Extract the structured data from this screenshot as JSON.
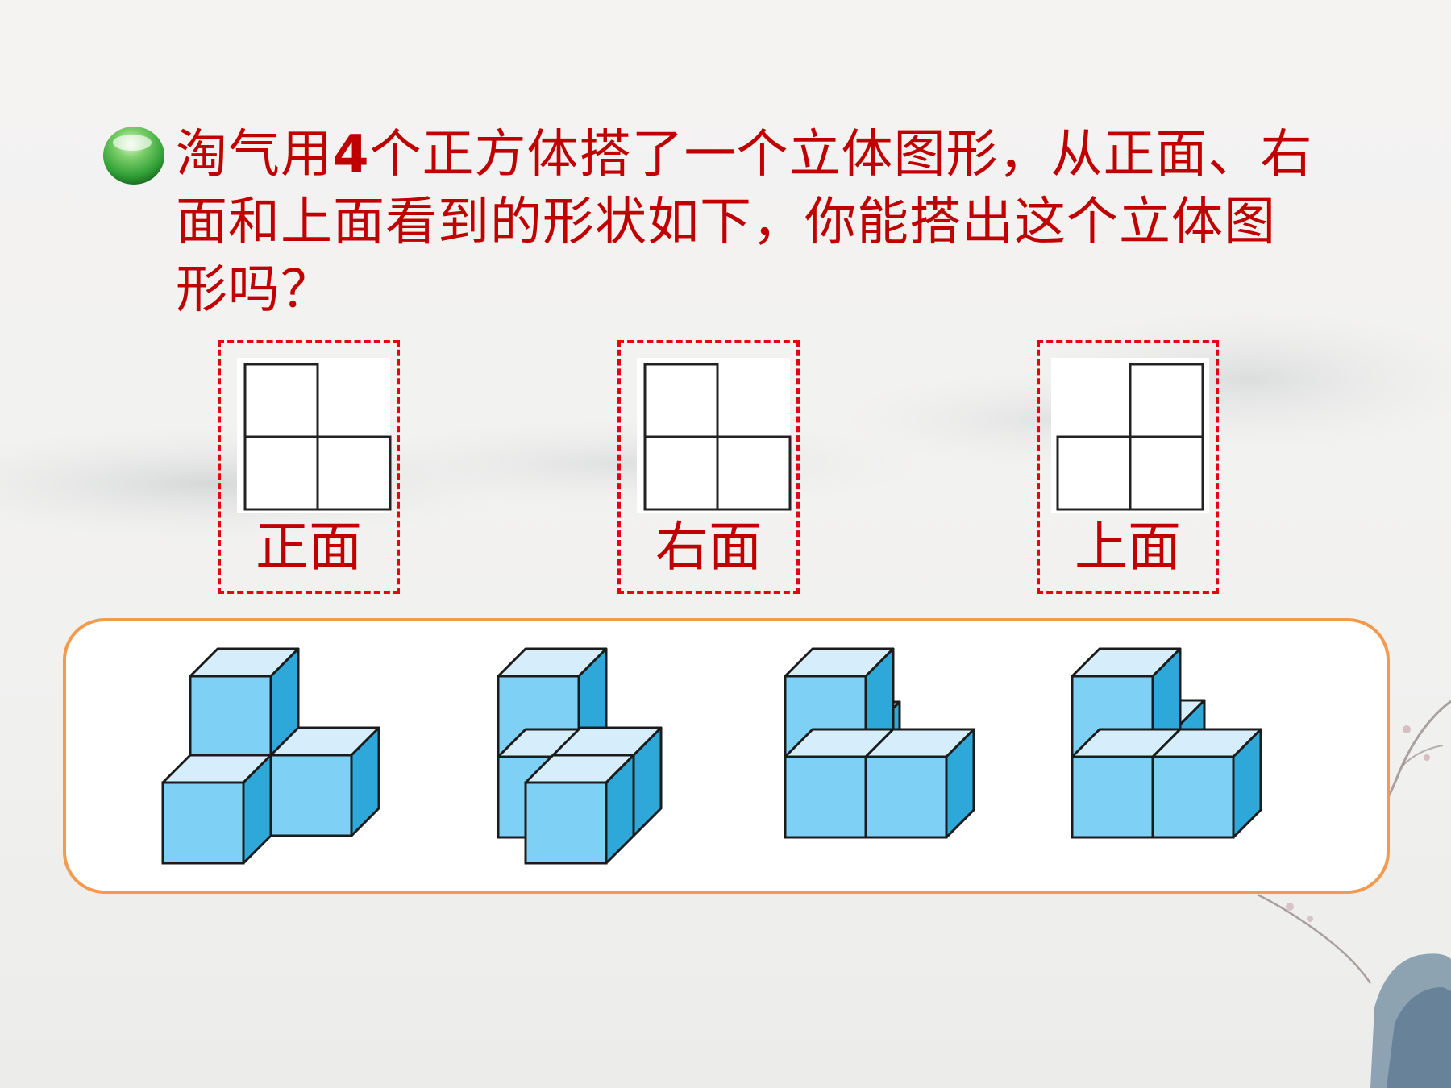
{
  "question": {
    "part1": "淘气用",
    "number": "4",
    "part2": "个正方体搭了一个立体图形，从正面、右面和上面看到的形状如下，你能搭出这个立体图形吗？"
  },
  "views": [
    {
      "label": "正面",
      "shape": "L-front"
    },
    {
      "label": "右面",
      "shape": "L-right"
    },
    {
      "label": "上面",
      "shape": "L-top"
    }
  ],
  "options_count": 4,
  "colors": {
    "text": "#c00000",
    "dashed_border": "#e60012",
    "options_border": "#f39a4f",
    "cube_front": "#7fd0f5",
    "cube_top": "#d6eefb",
    "cube_side": "#2ea8d8",
    "bullet": "#2f9e35"
  },
  "icons": {
    "bullet": "green-sphere-bullet-icon"
  }
}
